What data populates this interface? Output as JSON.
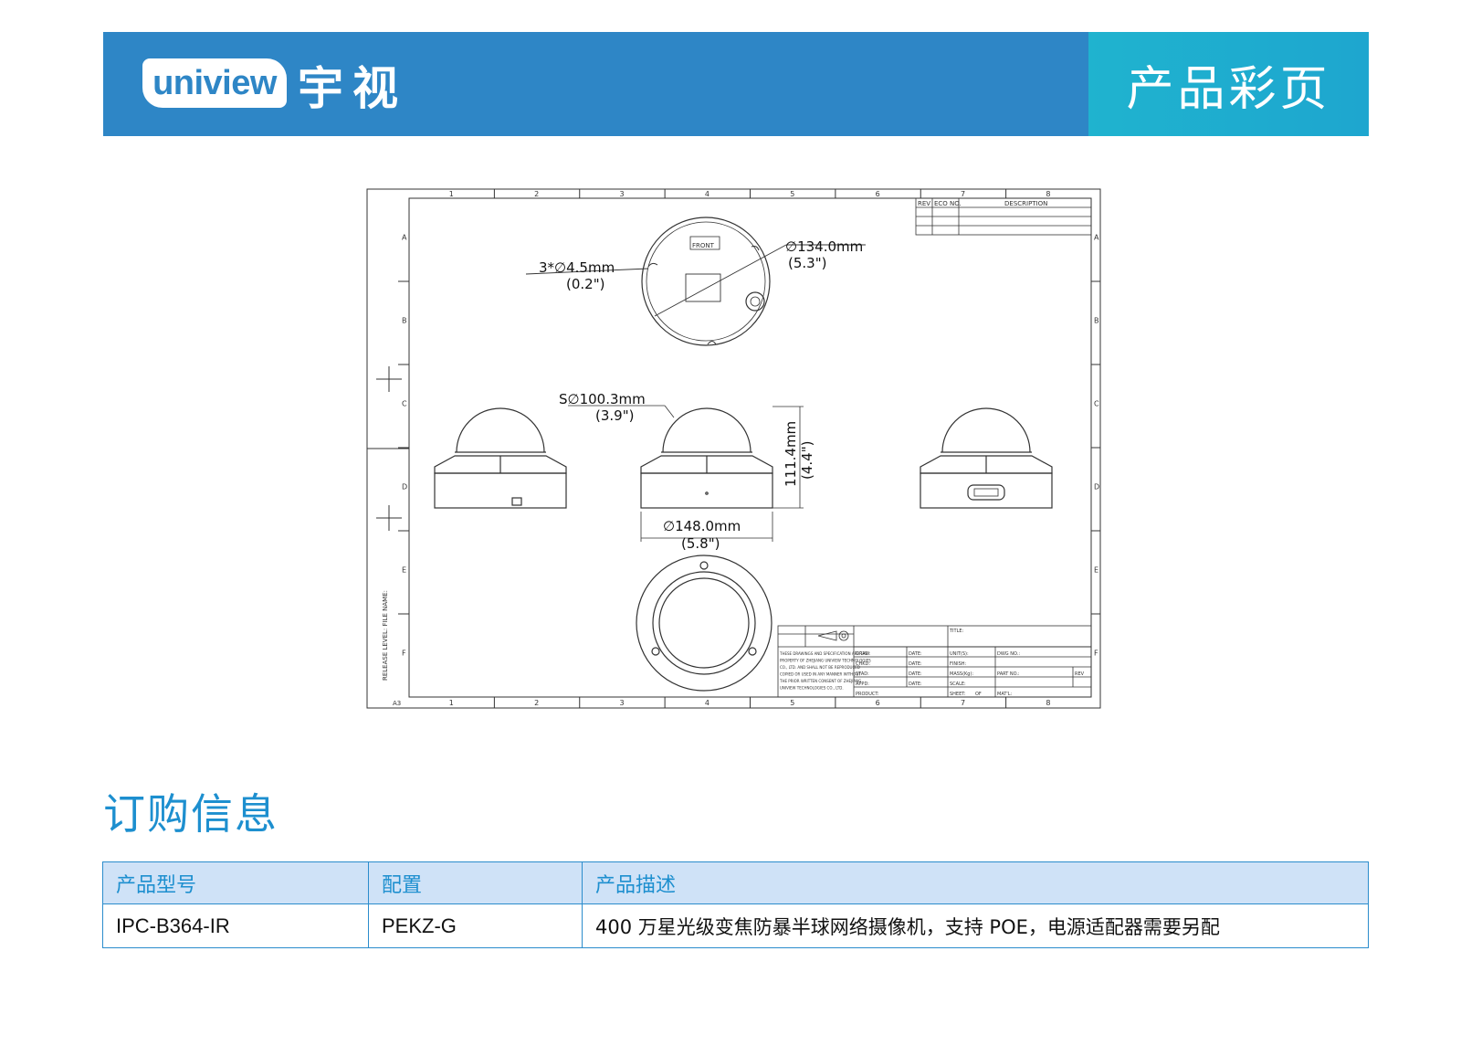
{
  "header": {
    "logo_text": "uniview",
    "logo_cn": "宇视",
    "title": "产品彩页"
  },
  "drawing": {
    "frame_columns": [
      "1",
      "2",
      "3",
      "4",
      "5",
      "6",
      "7",
      "8"
    ],
    "frame_rows": [
      "A",
      "B",
      "C",
      "D",
      "E",
      "F"
    ],
    "sheet_size": "A3",
    "revision_headers": [
      "REV",
      "ECO NO.",
      "DESCRIPTION"
    ],
    "front_label": "FRONT",
    "dims": {
      "mount_hole_mm": "3*∅4.5mm",
      "mount_hole_in": "(0.2\")",
      "base_diameter_mm": "∅134.0mm",
      "base_diameter_in": "(5.3\")",
      "dome_diameter_mm": "S∅100.3mm",
      "dome_diameter_in": "(3.9\")",
      "height_mm": "111.4mm",
      "height_in": "(4.4\")",
      "width_mm": "∅148.0mm",
      "width_in": "(5.8\")"
    },
    "side_label": "RELEASE LEVEL: FILE NAME:",
    "title_block": {
      "title": "TITLE:",
      "labels": [
        "DRAW:",
        "DATE:",
        "UNIT(S):",
        "DWG NO.:",
        "CHKD:",
        "DATE:",
        "FINISH:",
        "STAD:",
        "DATE:",
        "MASS(Kg):",
        "PART NO.:",
        "REV",
        "APPD:",
        "DATE:",
        "SCALE:",
        "PRODUCT:",
        "SHEET:",
        "OF",
        "MAT'L:"
      ],
      "notice": [
        "THESE DRAWINGS AND SPECIFICATION ARE THE",
        "PROPERTY OF ZHEJIANG UNIVIEW TECHNOLOGIES",
        "CO., LTD. AND SHALL NOT BE REPRODUCED",
        "COPIED OR USED IN ANY MANNER WITHOUT",
        "THE PRIOR WRITTEN CONSENT OF ZHEJIANG",
        "UNIVIEW TECHNOLOGIES CO., LTD."
      ]
    }
  },
  "ordering": {
    "title": "订购信息",
    "headers": [
      "产品型号",
      "配置",
      "产品描述"
    ],
    "rows": [
      [
        "IPC-B364-IR",
        "PEKZ-G",
        "400 万星光级变焦防暴半球网络摄像机，支持 POE，电源适配器需要另配"
      ]
    ]
  }
}
